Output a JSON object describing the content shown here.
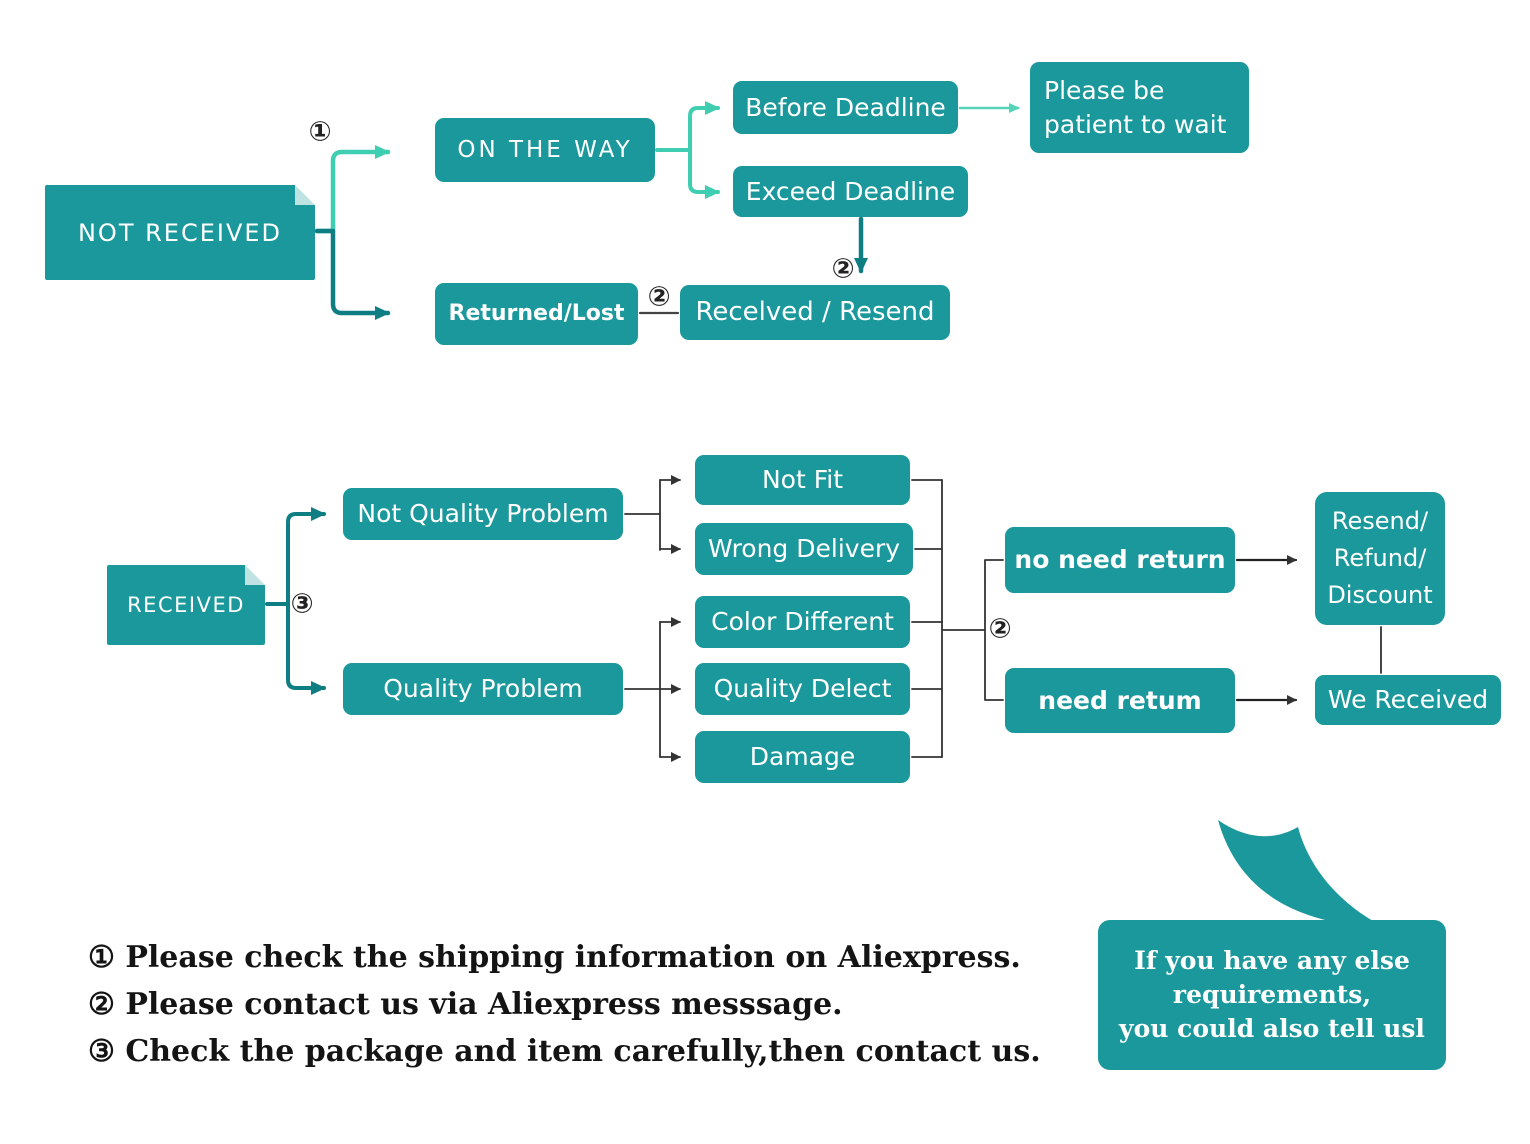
{
  "colors": {
    "teal": "#1b989b",
    "mint": "#3fceb2",
    "dark_teal": "#0e7e82",
    "line": "#333333"
  },
  "markers": {
    "one": "①",
    "two": "②",
    "three": "③"
  },
  "top": {
    "not_received": "NOT RECEIVED",
    "on_the_way": "ON THE WAY",
    "before_deadline": "Before Deadline",
    "exceed_deadline": "Exceed Deadline",
    "please_wait_l1": "Please be",
    "please_wait_l2": "patient to wait",
    "returned_lost": "Returned/Lost",
    "received_resend": "Recelved / Resend"
  },
  "middle": {
    "received": "RECEIVED",
    "not_quality_problem": "Not Quality Problem",
    "quality_problem": "Quality Problem",
    "not_fit": "Not Fit",
    "wrong_delivery": "Wrong Delivery",
    "color_different": "Color Different",
    "quality_delect": "Quality Delect",
    "damage": "Damage",
    "no_need_return": "no need return",
    "need_return": "need retum",
    "resend_l1": "Resend/",
    "resend_l2": "Refund/",
    "resend_l3": "Discount",
    "we_received": "We Received"
  },
  "notes": {
    "line1": "① Please check the shipping information on Aliexpress.",
    "line2": "② Please contact us via Aliexpress messsage.",
    "line3": "③ Check the package and item carefully,then contact us."
  },
  "bubble": {
    "l1": "If you have any else",
    "l2": "requirements,",
    "l3": "you could also tell usl"
  }
}
